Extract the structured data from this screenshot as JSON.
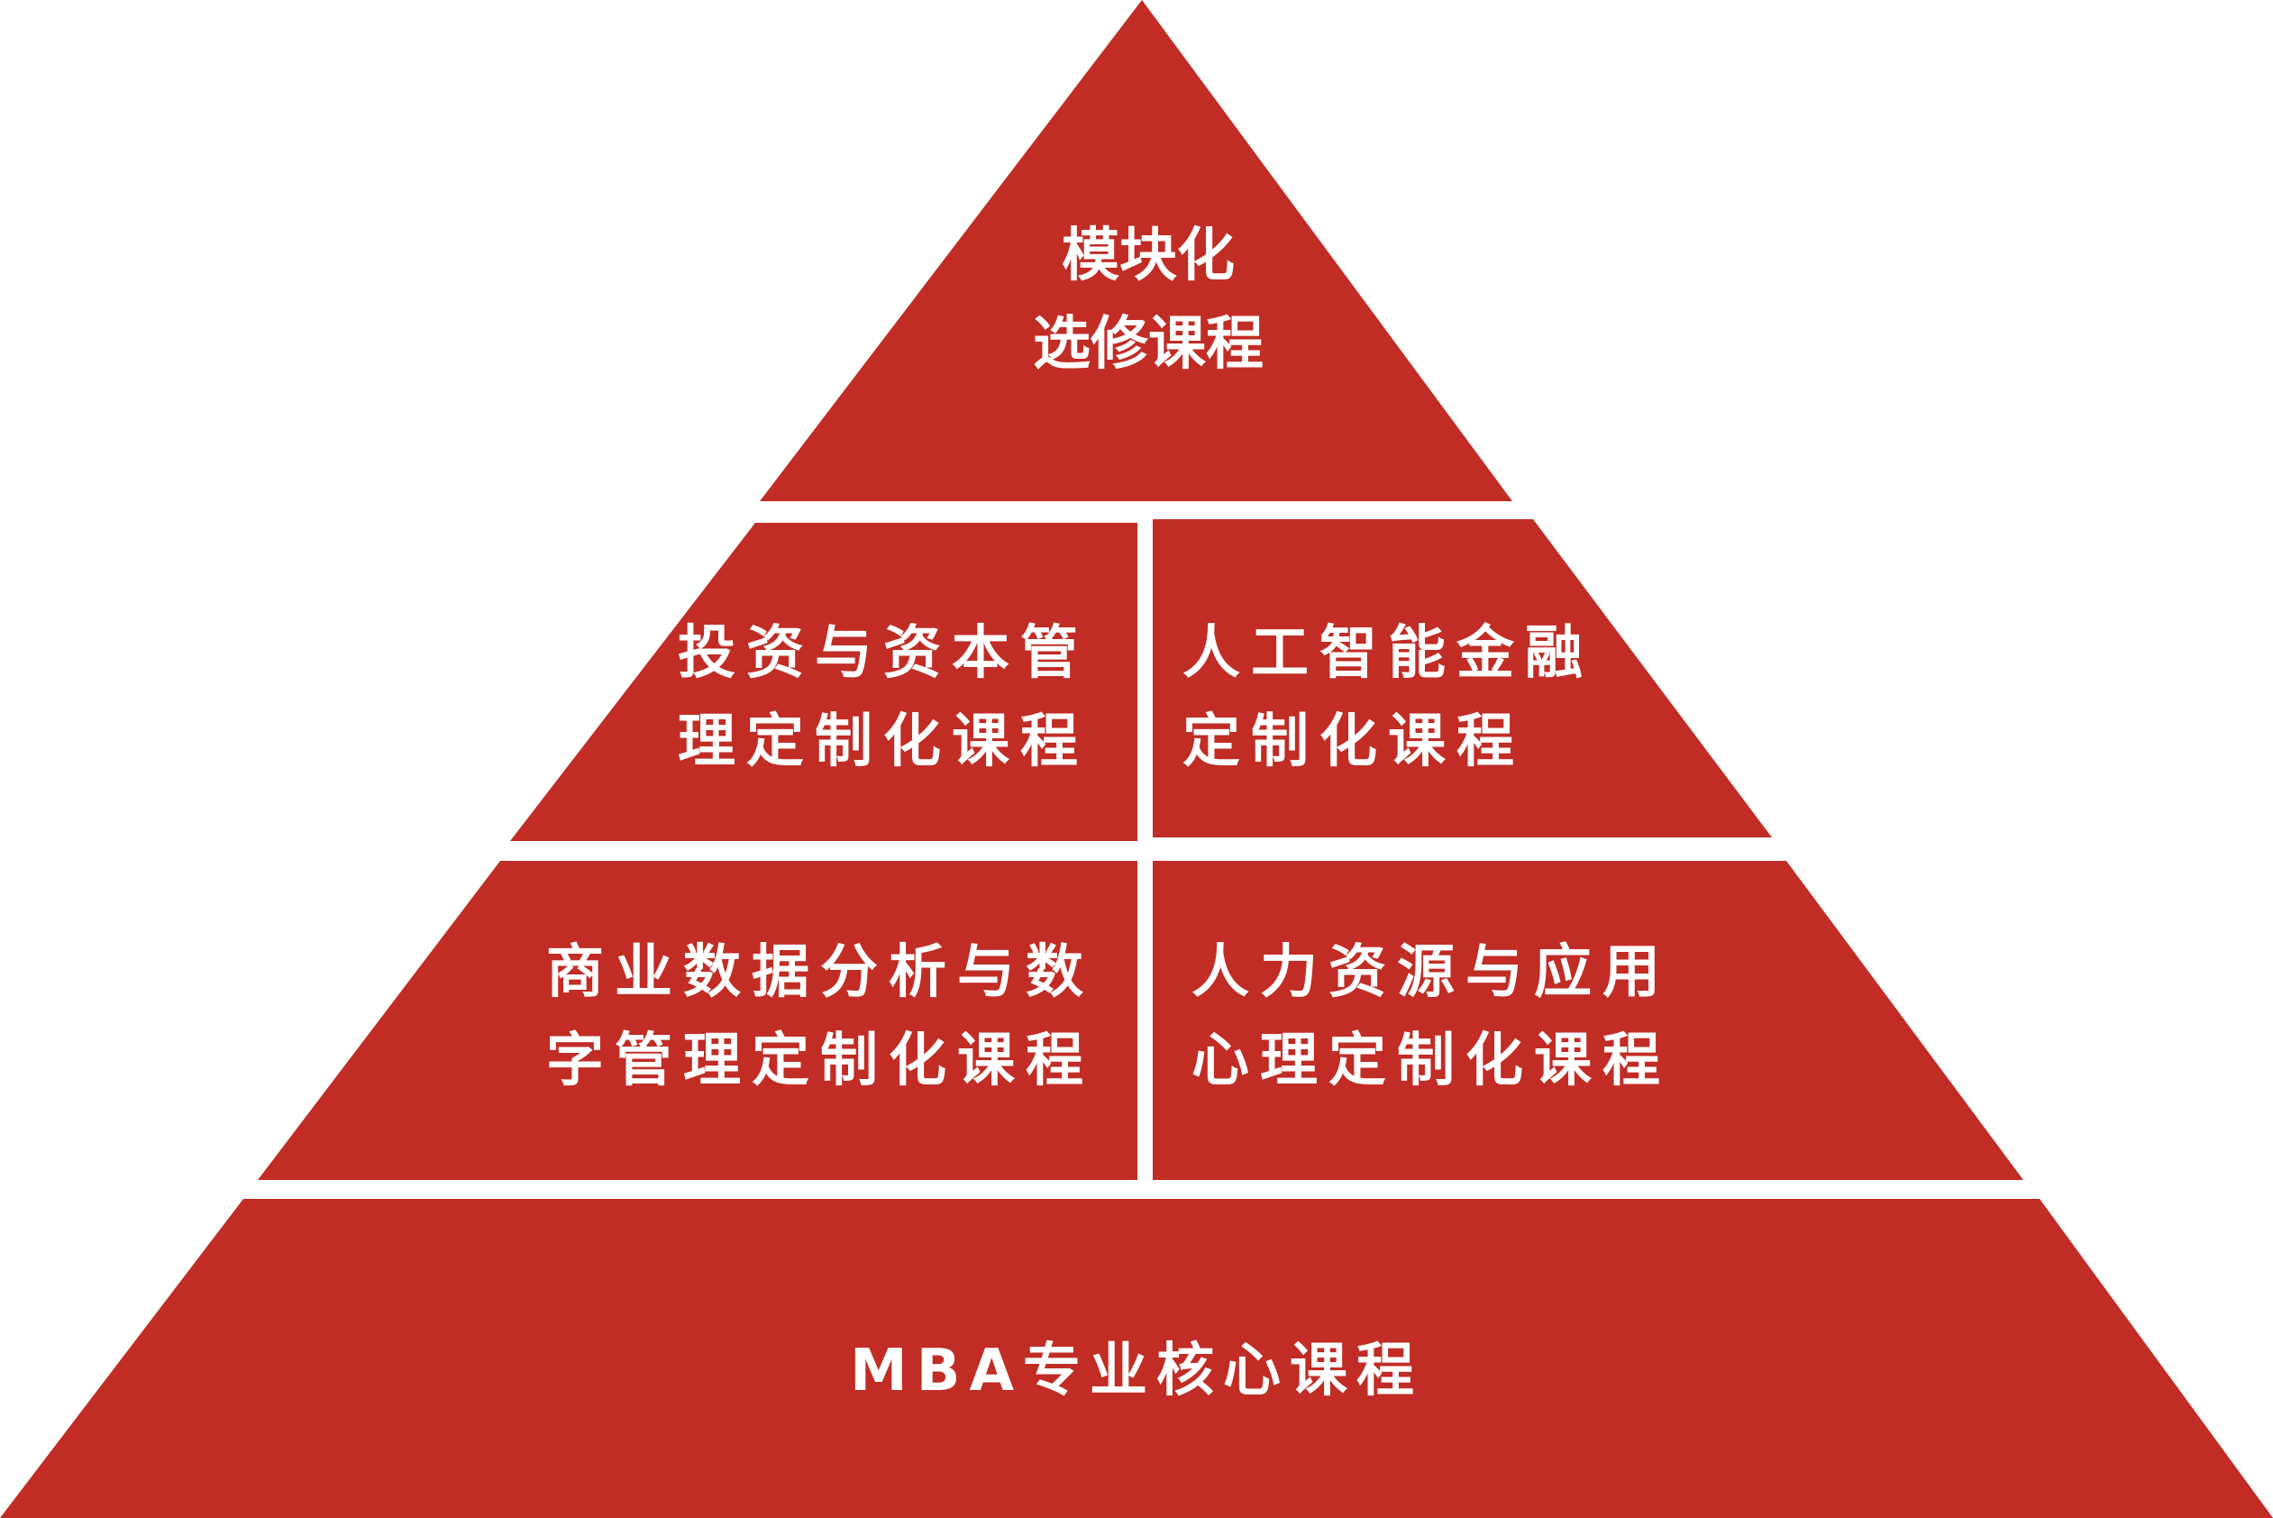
{
  "colors": {
    "tier_fill": "#C12C25",
    "text": "#FFFFFF",
    "background": "#FFFFFF"
  },
  "pyramid": {
    "top": {
      "line1": "模块化",
      "line2": "选修课程"
    },
    "level2_left": {
      "line1": "投资与资本管",
      "line2": "理定制化课程"
    },
    "level2_right": {
      "line1": "人工智能金融",
      "line2": "定制化课程"
    },
    "level3_left": {
      "line1": "商业数据分析与数",
      "line2": "字管理定制化课程"
    },
    "level3_right": {
      "line1": "人力资源与应用",
      "line2": "心理定制化课程"
    },
    "base": {
      "line1": "MBA专业核心课程"
    }
  }
}
